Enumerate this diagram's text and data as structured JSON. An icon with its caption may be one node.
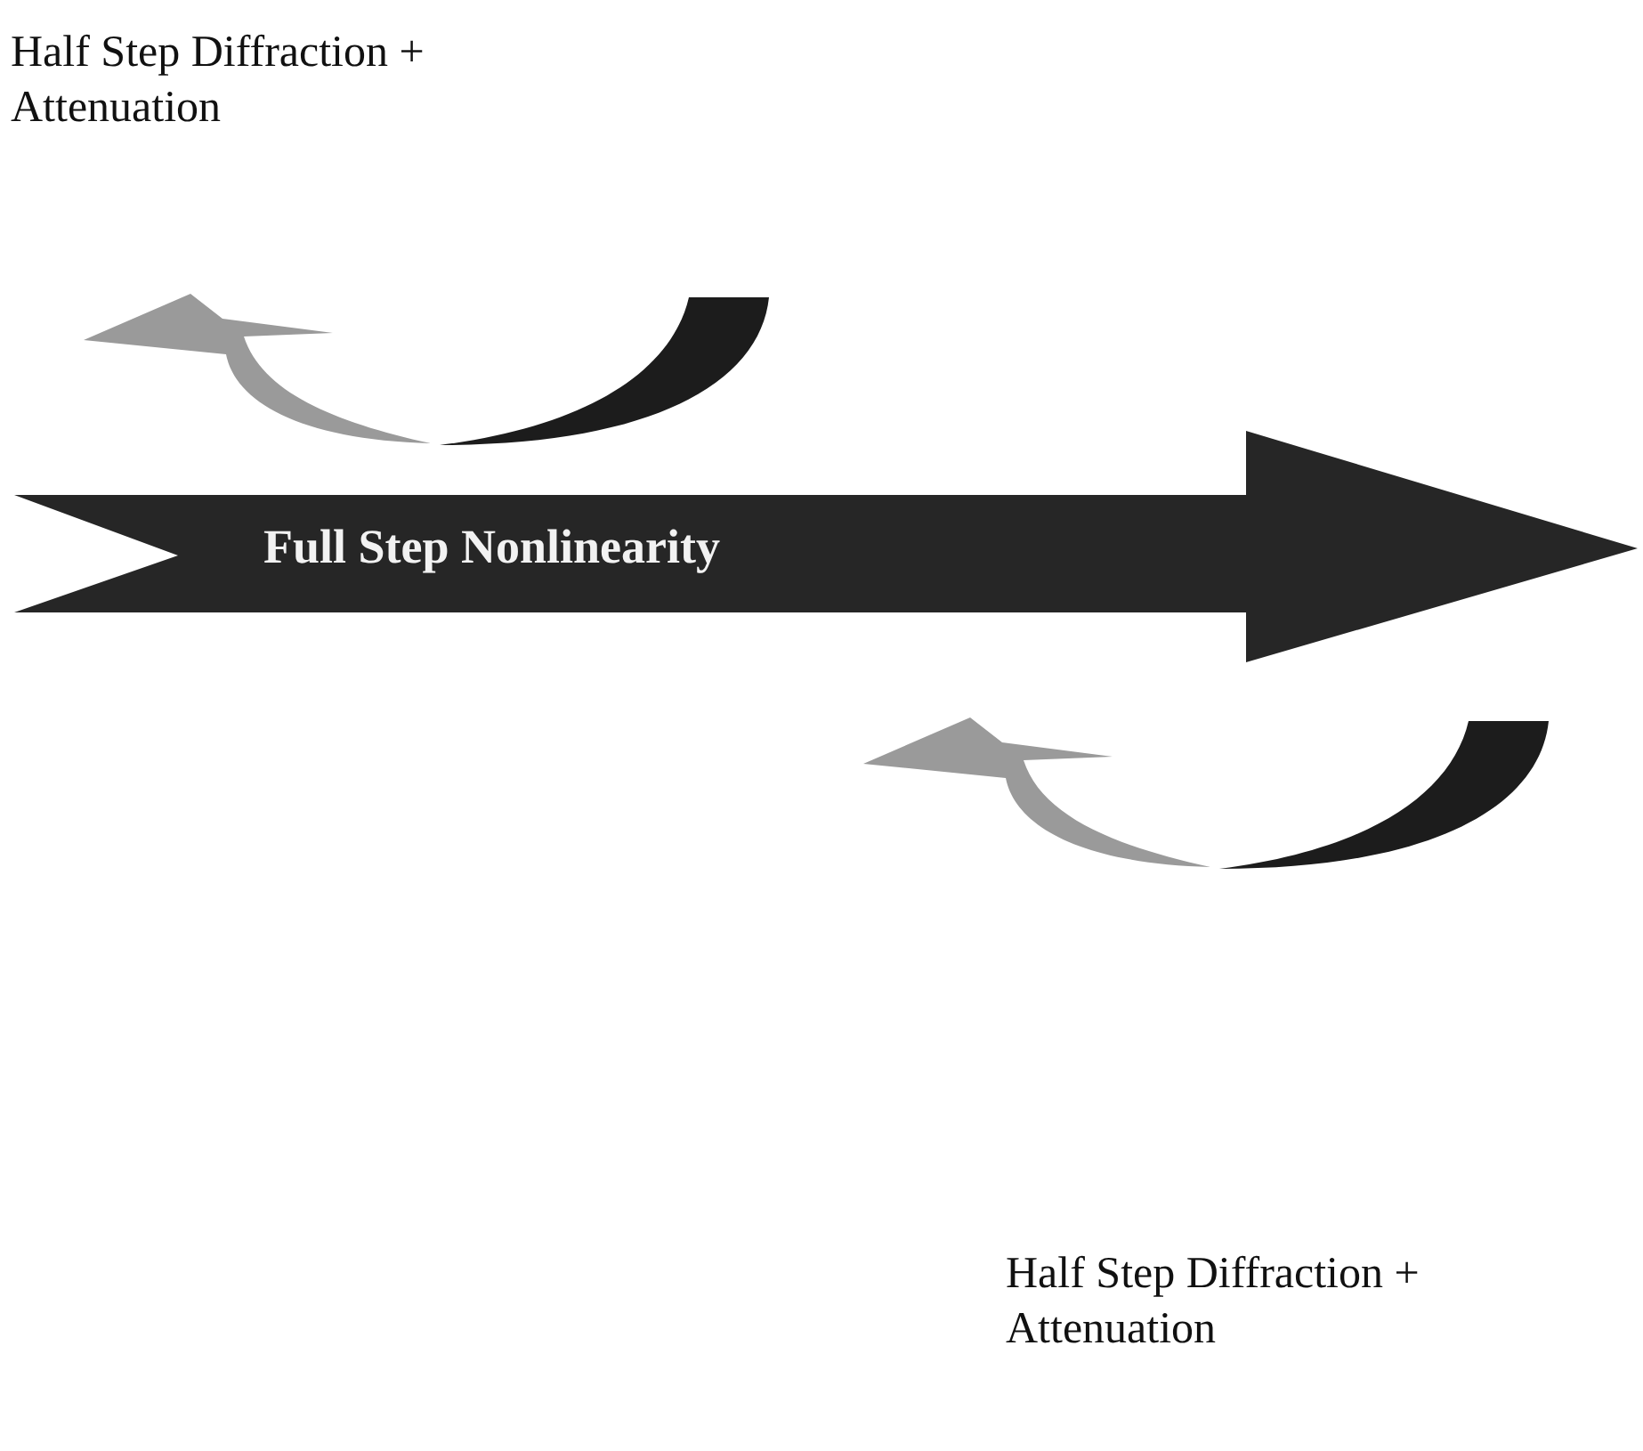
{
  "diagram": {
    "nodes": [
      {
        "text": [
          "Full Step Nonlinearity"
        ]
      }
    ],
    "labels": [
      "Half Step Diffraction + Attenuation",
      "Half Step Diffraction + Attenuation"
    ]
  }
}
